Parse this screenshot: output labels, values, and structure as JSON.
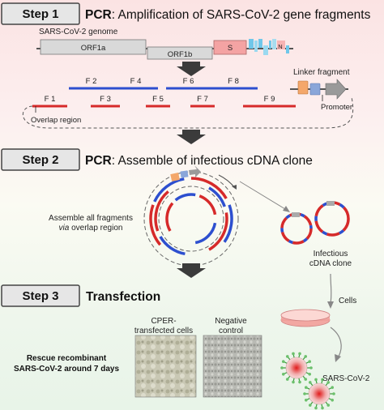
{
  "step1": {
    "label": "Step 1",
    "title_bold": "PCR",
    "title_rest": ": Amplification of SARS-CoV-2 gene fragments",
    "genome_label": "SARS-CoV-2 genome",
    "orf1a": "ORF1a",
    "orf1b": "ORF1b",
    "s_gene": "S",
    "n_gene": "N",
    "fragments": [
      "F 1",
      "F 2",
      "F 3",
      "F 4",
      "F 5",
      "F 6",
      "F 7",
      "F 8",
      "F 9"
    ],
    "overlap_region": "Overlap region",
    "linker_fragment": "Linker fragment",
    "promoter": "Promoter"
  },
  "step2": {
    "label": "Step 2",
    "title_bold": "PCR",
    "title_rest": ": Assemble of infectious cDNA clone",
    "assemble_line1": "Assemble all fragments",
    "assemble_via": "via",
    "assemble_rest": " overlap region",
    "clone_line1": "Infectious",
    "clone_line2": "cDNA clone"
  },
  "step3": {
    "label": "Step 3",
    "title": "Transfection",
    "cells": "Cells",
    "cper_line1": "CPER-",
    "cper_line2": "transfected cells",
    "negative_line1": "Negative",
    "negative_line2": "control",
    "rescue_line1": "Rescue recombinant",
    "rescue_line2": "SARS-CoV-2 around 7 days",
    "sars_label": "SARS-CoV-2"
  },
  "colors": {
    "red_fragment": "#d62a2a",
    "blue_fragment": "#2d4fcf",
    "orf_gray": "#d9d9d9",
    "s_gene_pink": "#f4a3a3",
    "accessory_blue": "#6fc7ea",
    "linker_orange": "#f4a76a",
    "linker_blue": "#8aa6d9",
    "arrow_dark": "#3b3b3b"
  }
}
